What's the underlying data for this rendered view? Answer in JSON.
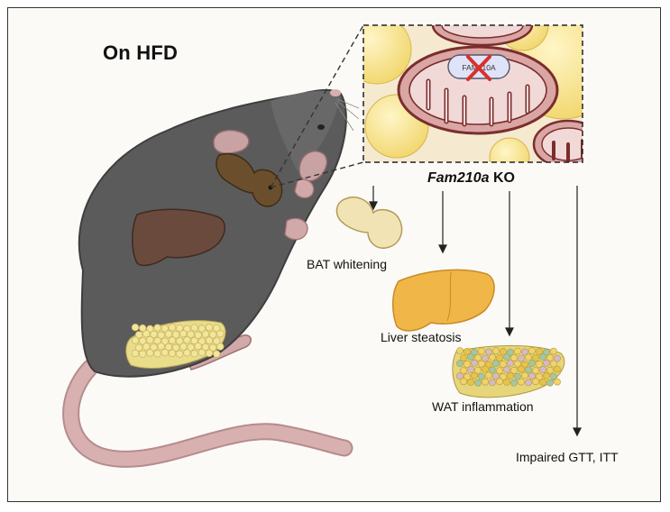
{
  "diagram": {
    "title": "On HFD",
    "knockout": {
      "gene": "Fam210a",
      "suffix": " KO"
    },
    "inset_protein_label": "FAM210A",
    "phenotypes": [
      "BAT whitening",
      "Liver steatosis",
      "WAT inflammation",
      "Impaired GTT, ITT"
    ],
    "colors": {
      "mouse_body": "#5b5b5b",
      "mouse_ear": "#c9a3a3",
      "tail": "#cfa4a4",
      "brown_fat": "#6b4f2c",
      "liver_in_mouse": "#6a4a3c",
      "white_fat": "#efe4a5",
      "adipocyte": "#f2d36b",
      "mitochondria": "#d9a6a4",
      "mito_outline": "#7b2d2d",
      "liver_steatosis": "#f0b648",
      "knockout_cross": "#d9302a",
      "protein_fill": "#dfe3f7"
    }
  }
}
